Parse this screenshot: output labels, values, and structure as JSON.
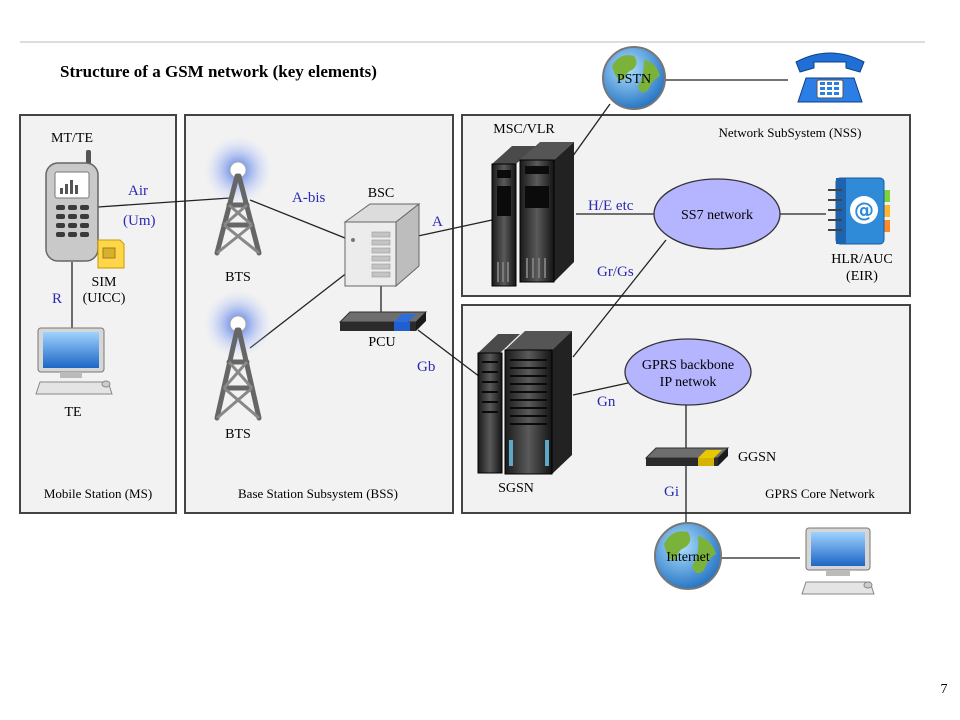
{
  "title": "Structure of a GSM network (key elements)",
  "page_number": "7",
  "groups": {
    "ms": "Mobile Station (MS)",
    "bss": "Base Station Subsystem (BSS)",
    "nss": "Network SubSystem (NSS)",
    "gprs": "GPRS Core Network"
  },
  "nodes": {
    "mt_te": "MT/TE",
    "sim": "SIM",
    "uicc": "(UICC)",
    "te": "TE",
    "bts_top": "BTS",
    "bts_bottom": "BTS",
    "bsc": "BSC",
    "pcu": "PCU",
    "msc_vlr": "MSC/VLR",
    "sgsn": "SGSN",
    "ss7": "SS7 network",
    "hlr_auc": "HLR/AUC",
    "eir": "(EIR)",
    "gprs_backbone_1": "GPRS backbone",
    "gprs_backbone_2": "IP netwok",
    "ggsn": "GGSN",
    "pstn": "PSTN",
    "internet": "Internet"
  },
  "interfaces": {
    "air": "Air",
    "um": "(Um)",
    "r": "R",
    "abis": "A-bis",
    "a": "A",
    "he": "H/E etc",
    "grgs": "Gr/Gs",
    "gb": "Gb",
    "gn": "Gn",
    "gi": "Gi"
  },
  "colors": {
    "interface_label": "#2a2ab4",
    "cloud_fill": "#b4b4ff",
    "box_fill": "#f2f2f2",
    "box_border": "#444444"
  }
}
